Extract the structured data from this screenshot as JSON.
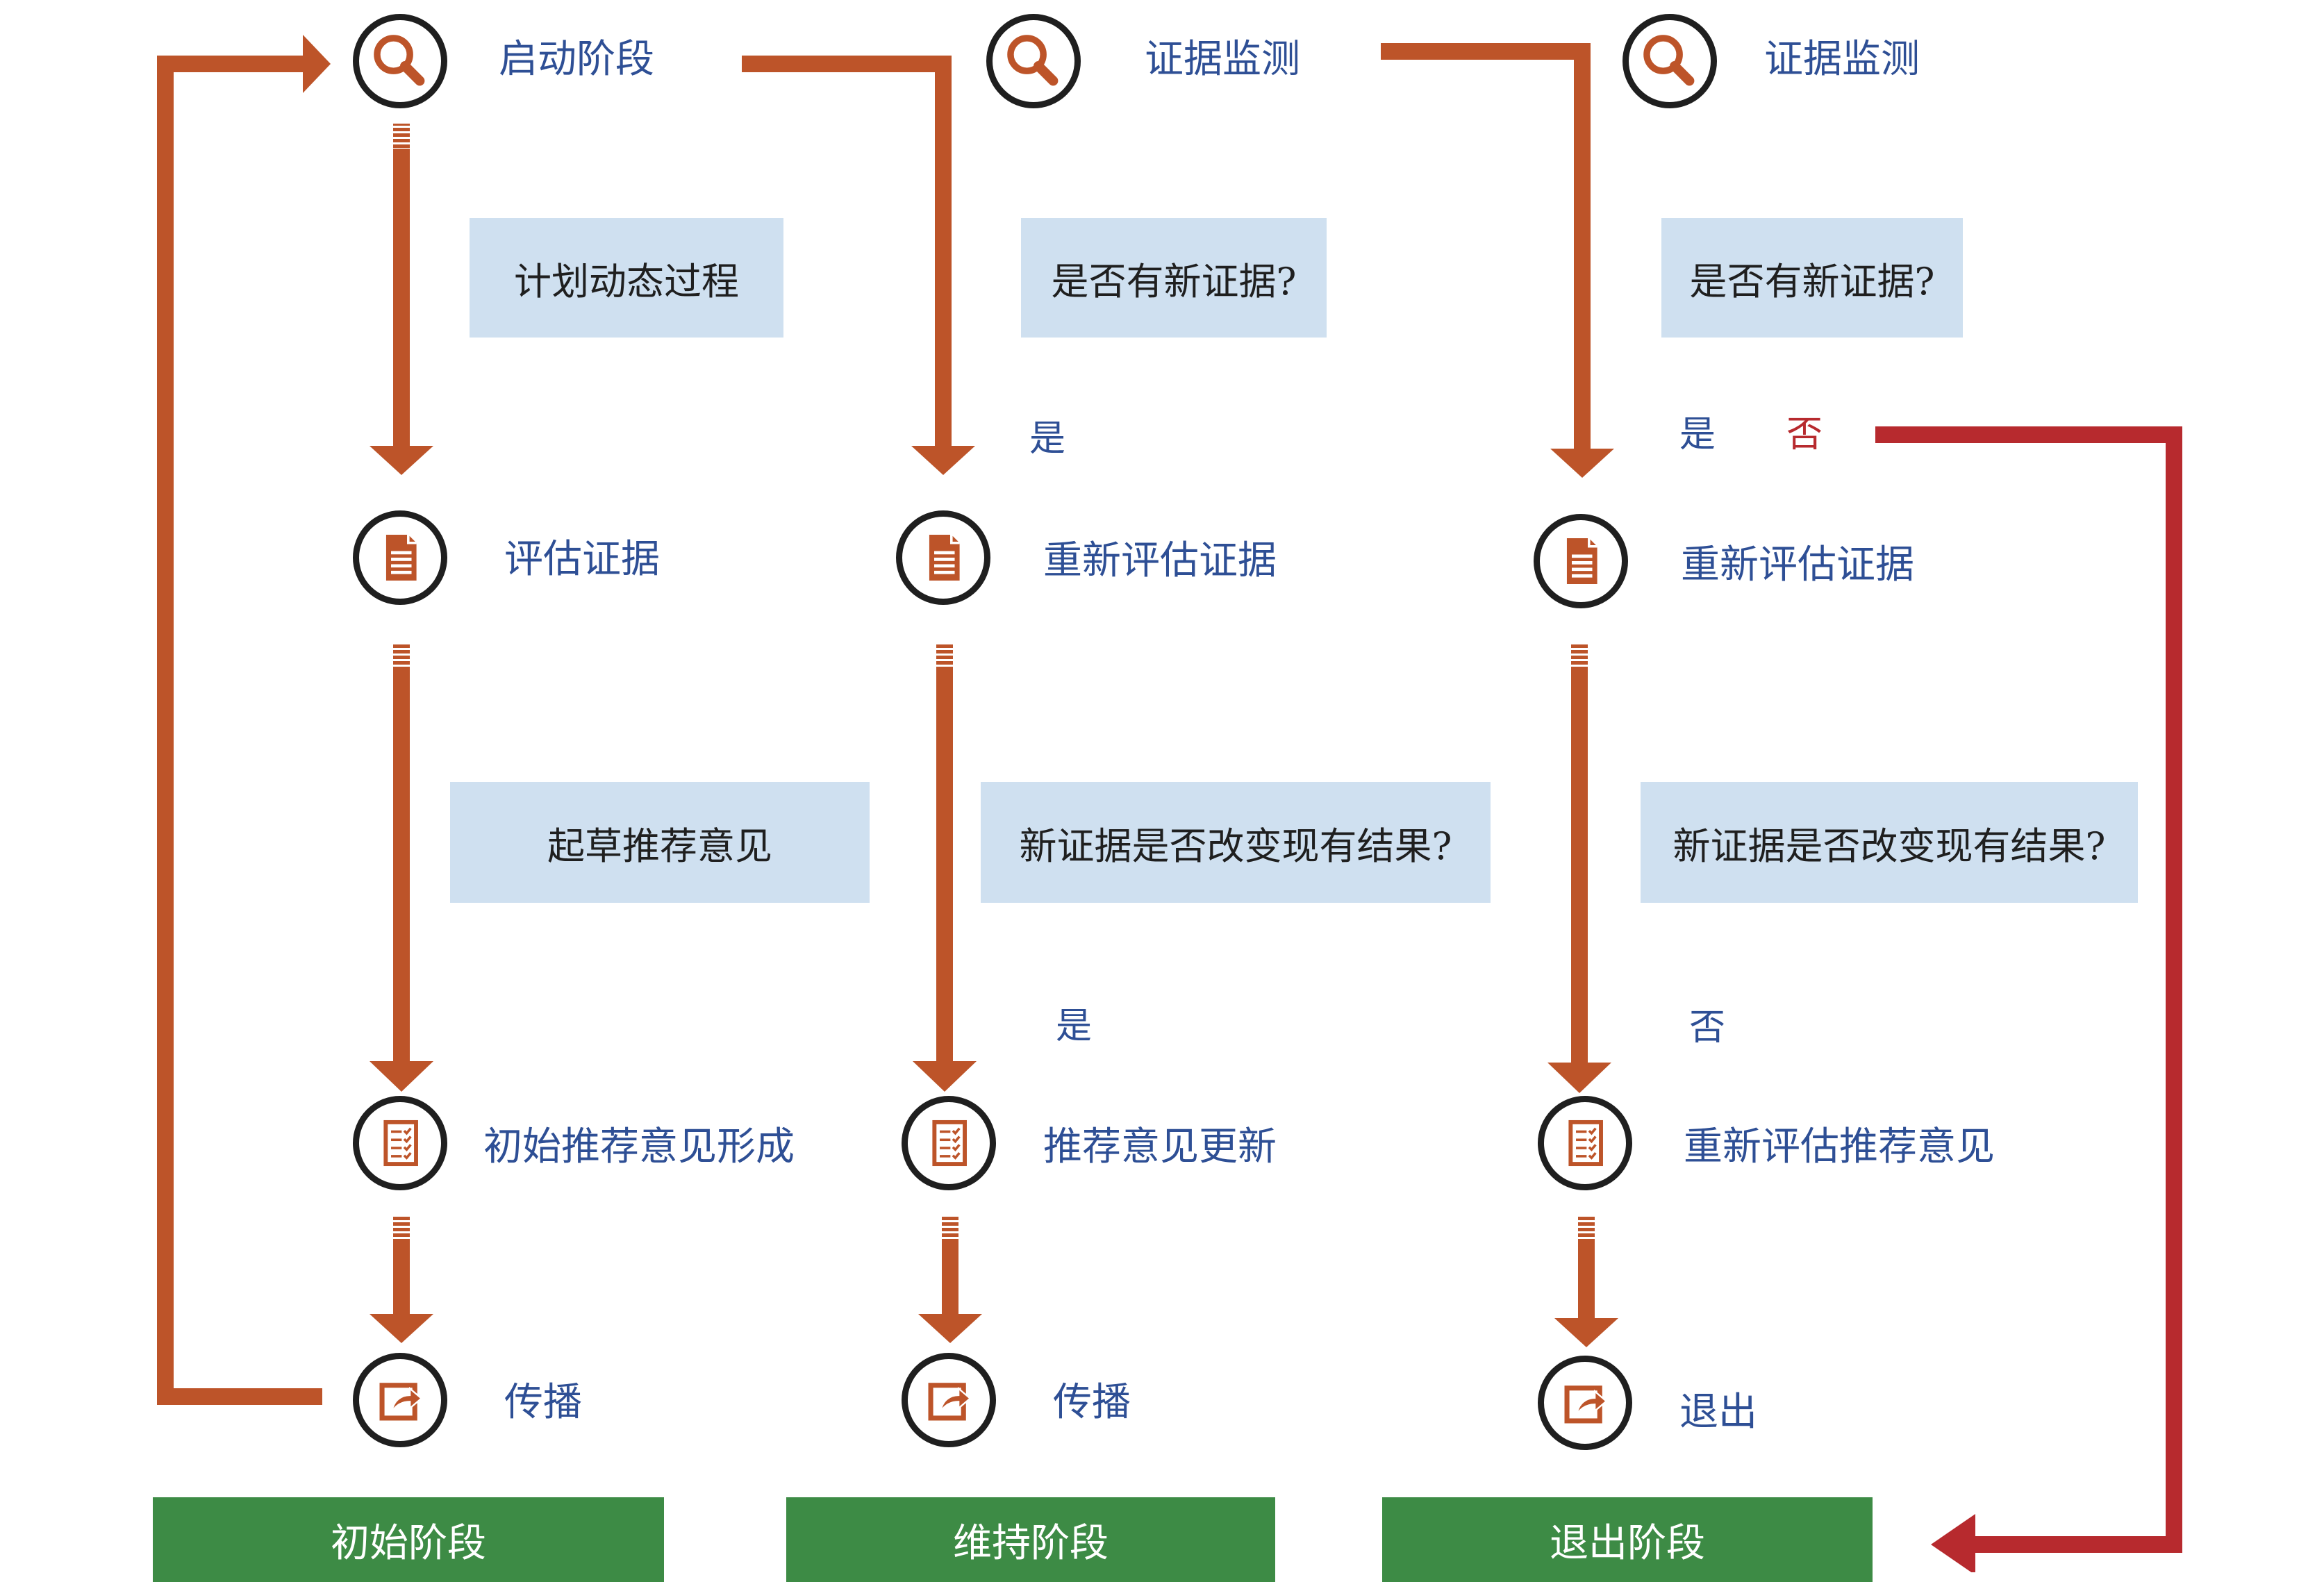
{
  "colors": {
    "arrow": "#bd5429",
    "exit_arrow": "#b72a2e",
    "label_text": "#2e4f95",
    "question_box": "#cfe0f0",
    "stage_bar": "#3d8b45"
  },
  "columns": [
    {
      "top": {
        "icon": "search-icon",
        "label": "启动阶段"
      },
      "q1": {
        "text": "计划动态过程"
      },
      "mid": {
        "icon": "document-icon",
        "label": "评估证据"
      },
      "q2": {
        "text": "起草推荐意见"
      },
      "low": {
        "icon": "checklist-icon",
        "label": "初始推荐意见形成"
      },
      "bottom": {
        "icon": "share-icon",
        "label": "传播"
      },
      "stage": "初始阶段"
    },
    {
      "top": {
        "icon": "search-icon",
        "label": "证据监测"
      },
      "q1": {
        "text": "是否有新证据?",
        "answer": "是"
      },
      "mid": {
        "icon": "document-icon",
        "label": "重新评估证据"
      },
      "q2": {
        "text": "新证据是否改变现有结果?",
        "answer": "是"
      },
      "low": {
        "icon": "checklist-icon",
        "label": "推荐意见更新"
      },
      "bottom": {
        "icon": "share-icon",
        "label": "传播"
      },
      "stage": "维持阶段"
    },
    {
      "top": {
        "icon": "search-icon",
        "label": "证据监测"
      },
      "q1": {
        "text": "是否有新证据?",
        "answer": "是",
        "answer_no": "否"
      },
      "mid": {
        "icon": "document-icon",
        "label": "重新评估证据"
      },
      "q2": {
        "text": "新证据是否改变现有结果?",
        "answer": "否"
      },
      "low": {
        "icon": "checklist-icon",
        "label": "重新评估推荐意见"
      },
      "bottom": {
        "icon": "share-icon",
        "label": "退出"
      },
      "stage": "退出阶段"
    }
  ]
}
